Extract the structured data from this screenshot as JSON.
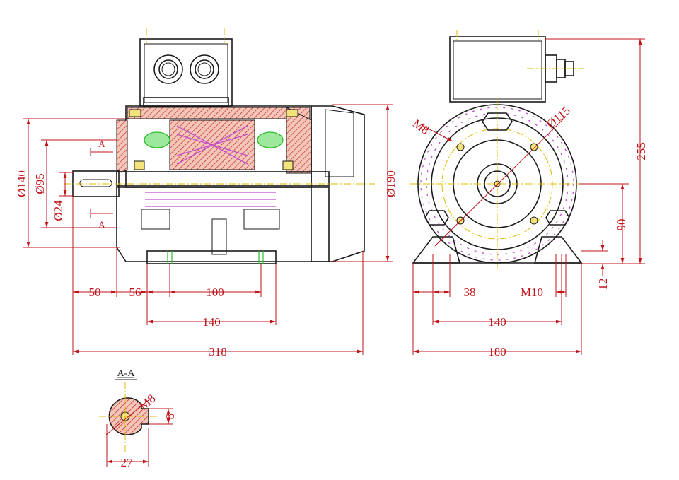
{
  "colors": {
    "outline": "#1a1a1a",
    "dimension": "#c0141b",
    "centerline": "#e6b800",
    "hatch": "#c0141b",
    "hatch_fill": "#f0b8a8",
    "winding": "#c04fd0",
    "green_part": "#2bbd2b"
  },
  "side_view": {
    "dims": {
      "d140": "Ø140",
      "d95": "Ø95",
      "d24": "Ø24",
      "d190": "Ø190",
      "l50": "50",
      "l56": "56",
      "l100": "100",
      "l140": "140",
      "l318": "318"
    },
    "section_mark_top": "A",
    "section_mark_bottom": "A"
  },
  "end_view": {
    "dims": {
      "m8": "M8",
      "d115": "Ø115",
      "h255": "255",
      "h90": "90",
      "h12": "12",
      "w38": "38",
      "m10": "M10",
      "w140": "140",
      "w180": "180"
    }
  },
  "section_view": {
    "title": "A-A",
    "dims": {
      "m8": "M8",
      "h8": "8",
      "w27": "27"
    }
  }
}
